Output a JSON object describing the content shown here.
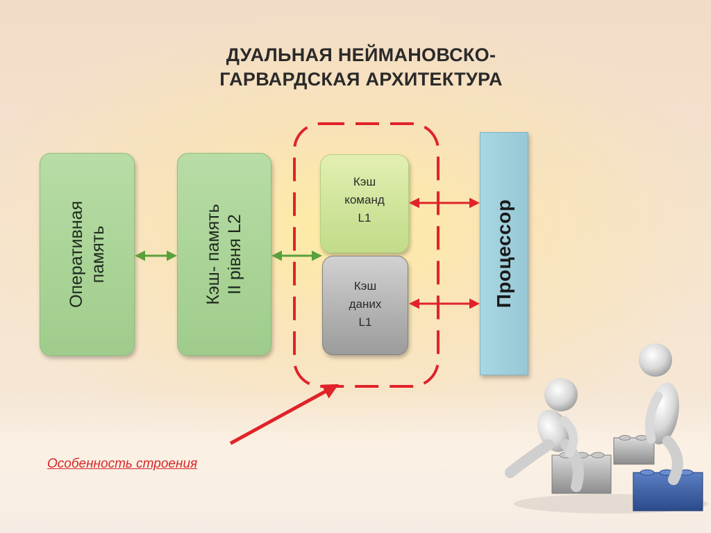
{
  "slide": {
    "title_line1": "ДУАЛЬНАЯ НЕЙМАНОВСКО-",
    "title_line2": "ГАРВАРДСКАЯ АРХИТЕКТУРА"
  },
  "blocks": {
    "ram_line1": "Оперативная",
    "ram_line2": "память",
    "l2_line1": "Кэш- память",
    "l2_line2": "II рівня L2",
    "l1_instr_line1": "Кэш",
    "l1_instr_line2": "команд",
    "l1_instr_line3": "L1",
    "l1_data_line1": "Кэш",
    "l1_data_line2": "даних",
    "l1_data_line3": "L1",
    "processor": "Процессор"
  },
  "annotation": {
    "text": "Особенность строения"
  },
  "colors": {
    "green_block": "#a8d395",
    "instr_cache": "#cfe59a",
    "data_cache": "#a6a6a6",
    "processor": "#9ccbd8",
    "red_accent": "#e0232a",
    "green_arrow": "#5aa03c"
  },
  "icons": [
    "stick-figures-building-blocks-illustration"
  ]
}
